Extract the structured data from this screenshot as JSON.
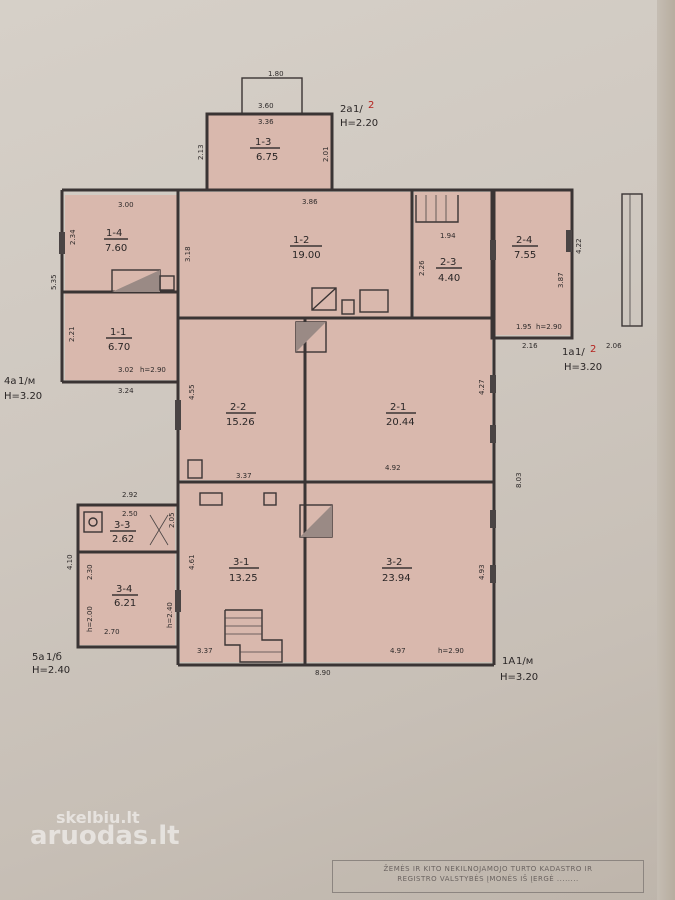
{
  "rooms": [
    {
      "id": "1-2",
      "area": "19.00"
    },
    {
      "id": "1-3",
      "area": "6.75"
    },
    {
      "id": "1-4",
      "area": "7.60"
    },
    {
      "id": "1-1",
      "area": "6.70"
    },
    {
      "id": "2-3",
      "area": "4.40"
    },
    {
      "id": "2-4",
      "area": "7.55"
    },
    {
      "id": "2-2",
      "area": "15.26"
    },
    {
      "id": "2-1",
      "area": "20.44"
    },
    {
      "id": "3-3",
      "area": "2.62"
    },
    {
      "id": "3-4",
      "area": "6.21"
    },
    {
      "id": "3-1",
      "area": "13.25"
    },
    {
      "id": "3-2",
      "area": "23.94"
    }
  ],
  "dimensions": {
    "d180": "1.80",
    "d360": "3.60",
    "d336": "3.36",
    "d213": "2.13",
    "d201": "2.01",
    "d386": "3.86",
    "d300": "3.00",
    "d234": "2.34",
    "d535": "5.35",
    "d318": "3.18",
    "d194": "1.94",
    "d226": "2.26",
    "d422": "4.22",
    "d387": "3.87",
    "d221": "2.21",
    "d302": "3.02",
    "h290a": "h=2.90",
    "d324": "3.24",
    "d195": "1.95",
    "h290b": "h=2.90",
    "d216": "2.16",
    "d206": "2.06",
    "d455": "4.55",
    "d427": "4.27",
    "d337a": "3.37",
    "d492": "4.92",
    "d803": "8.03",
    "d292": "2.92",
    "d250": "2.50",
    "d205": "2.05",
    "d410": "4.10",
    "d230": "2.30",
    "h200a": "h=2.00",
    "d270": "2.70",
    "h240": "h=2.40",
    "d461": "4.61",
    "d493": "4.93",
    "d337b": "3.37",
    "d497": "4.97",
    "h290c": "h=2.90",
    "d890": "8.90"
  },
  "marks": {
    "top_code": "2a",
    "top_frac": "1/",
    "top_red": "2",
    "top_height": "H=2.20",
    "left_code": "4a",
    "left_frac": "1/м",
    "left_height": "H=3.20",
    "right_code": "1a",
    "right_frac": "1/",
    "right_red": "2",
    "right_height": "H=3.20",
    "bl_code": "5a",
    "bl_frac": "1/б",
    "bl_height": "H=2.40",
    "br_code": "1A",
    "br_frac": "1/м",
    "br_height": "H=3.20"
  },
  "stamp": {
    "line1": "ŽEMĖS IR KITO NEKILNOJAMOJO TURTO KADASTRO IR",
    "line2": "REGISTRO VALSTYBĖS ĮMONĖS IŠ ĮERGĖ ........"
  },
  "watermark": {
    "top": "skelbiu.lt",
    "bottom": "aruodas.lt"
  },
  "colors": {
    "room_fill": "#d9b8ad",
    "wall": "#3a3434",
    "paper": "#d0c9c1",
    "red_mark": "#b4221e"
  }
}
